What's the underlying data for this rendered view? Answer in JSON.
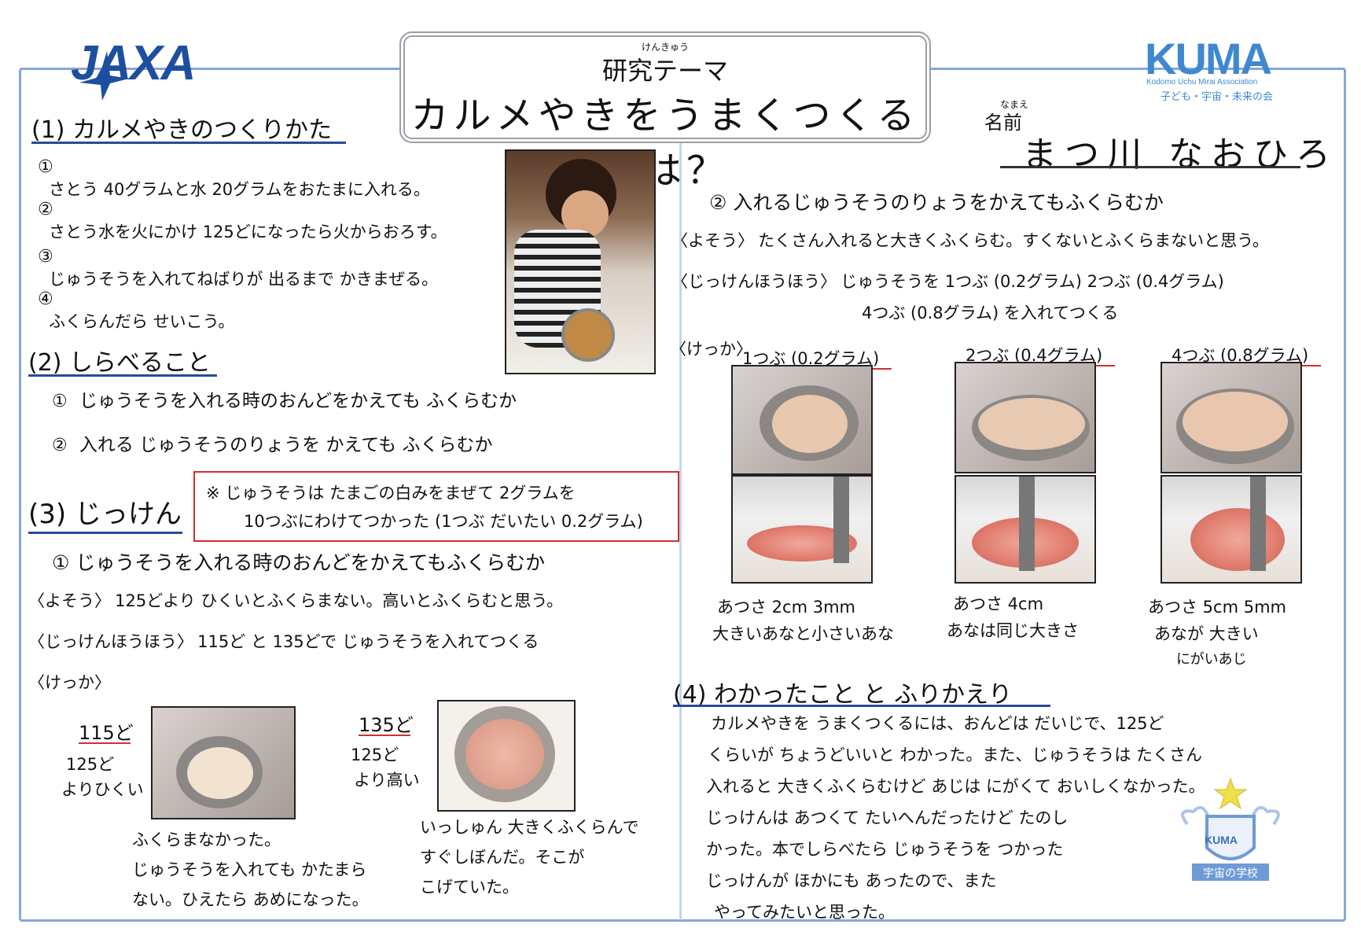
{
  "header": {
    "theme_ruby": "けんきゅう",
    "theme_label": "研究テーマ",
    "theme_title": "カルメやきをうまくつくるには？",
    "jaxa_logo": "JAXA",
    "kuma_logo": "KUMA",
    "kuma_sub": "Kodomo Uchu Mirai Association",
    "kuma_jp": "子ども・宇宙・未来の会",
    "name_ruby": "なまえ",
    "name_label": "名前",
    "name_value": "まつ川 なおひろ"
  },
  "left": {
    "s1_title": "(1) カルメやきのつくりかた",
    "steps": [
      {
        "num": "①",
        "text": "さとう 40グラムと水 20グラムをおたまに入れる。"
      },
      {
        "num": "②",
        "text": "さとう水を火にかけ 125どになったら火からおろす。"
      },
      {
        "num": "③",
        "text": "じゅうそうを入れてねばりが 出るまで かきまぜる。"
      },
      {
        "num": "④",
        "text": "ふくらんだら せいこう。"
      }
    ],
    "s2_title": "(2) しらべること",
    "investigate": [
      {
        "num": "①",
        "text": "じゅうそうを入れる時のおんどをかえても ふくらむか"
      },
      {
        "num": "②",
        "text": "入れる じゅうそうのりょうを かえても ふくらむか"
      }
    ],
    "s3_title": "(3) じっけん",
    "note_line1": "※ じゅうそうは たまごの白みをまぜて 2グラムを",
    "note_line2": "10つぶにわけてつかった (1つぶ だいたい 0.2グラム)",
    "exp1_title": "① じゅうそうを入れる時のおんどをかえてもふくらむか",
    "exp1_predict_tag": "〈よそう〉",
    "exp1_predict": "125どより ひくいとふくらまない。高いとふくらむと思う。",
    "exp1_method_tag": "〈じっけんほうほう〉",
    "exp1_method": "115ど と 135どで じゅうそうを入れてつくる",
    "exp1_result_tag": "〈けっか〉",
    "r115_label": "115ど",
    "r115_sub1": "125ど",
    "r115_sub2": "よりひくい",
    "r115_caption": [
      "ふくらまなかった。",
      "じゅうそうを入れても かたまら",
      "ない。ひえたら あめになった。"
    ],
    "r135_label": "135ど",
    "r135_sub1": "125ど",
    "r135_sub2": "より高い",
    "r135_caption": [
      "いっしゅん 大きくふくらんで",
      "すぐしぼんだ。そこが",
      "こげていた。"
    ]
  },
  "right": {
    "exp2_title": "② 入れるじゅうそうのりょうをかえてもふくらむか",
    "exp2_predict_tag": "〈よそう〉",
    "exp2_predict": "たくさん入れると大きくふくらむ。すくないとふくらまないと思う。",
    "exp2_method_tag": "〈じっけんほうほう〉",
    "exp2_method1": "じゅうそうを 1つぶ (0.2グラム)   2つぶ (0.4グラム)",
    "exp2_method2": "4つぶ (0.8グラム) を入れてつくる",
    "exp2_result_tag": "〈けっか〉",
    "results": [
      {
        "label": "1つぶ (0.2グラム)",
        "cap1": "あつさ 2cm 3mm",
        "cap2": "大きいあなと小さいあな",
        "cap3": ""
      },
      {
        "label": "2つぶ (0.4グラム)",
        "cap1": "あつさ 4cm",
        "cap2": "あなは同じ大きさ",
        "cap3": ""
      },
      {
        "label": "4つぶ (0.8グラム)",
        "cap1": "あつさ 5cm 5mm",
        "cap2": "あなが 大きい",
        "cap3": "にがいあじ"
      }
    ],
    "s4_title": "(4) わかったこと と ふりかえり",
    "conclusion": [
      "カルメやきを うまくつくるには、おんどは だいじで、125ど",
      "くらいが ちょうどいいと わかった。また、じゅうそうは たくさん",
      "入れると 大きくふくらむけど あじは にがくて おいしくなかった。",
      "じっけんは あつくて たいへんだったけど たのし",
      "かった。本でしらべたら じゅうそうを つかった",
      "じっけんが ほかにも あったので、また",
      "やってみたいと思った。"
    ],
    "emblem_text": "KUMA",
    "emblem_banner": "宇宙の学校"
  },
  "colors": {
    "frame": "#86a7d8",
    "underline": "#2a4a9a",
    "red": "#d03030",
    "kuma": "#3f88d0",
    "jaxa": "#1d4fa0"
  }
}
